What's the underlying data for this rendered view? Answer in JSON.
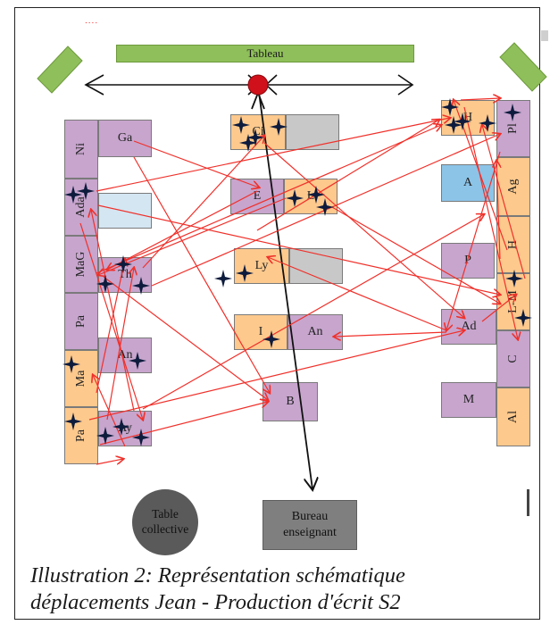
{
  "board_label": "Tableau",
  "top_dots": "....",
  "desks": [
    {
      "id": "ni",
      "label": "Ni",
      "color": "purple",
      "vertical": true
    },
    {
      "id": "ga",
      "label": "Ga",
      "color": "purple",
      "vertical": false
    },
    {
      "id": "ada",
      "label": "Ada",
      "color": "purple",
      "vertical": true
    },
    {
      "id": "ada-side",
      "label": "",
      "color": "lightblue",
      "vertical": false
    },
    {
      "id": "mag",
      "label": "MaG",
      "color": "purple",
      "vertical": true
    },
    {
      "id": "th",
      "label": "Th",
      "color": "purple",
      "vertical": false
    },
    {
      "id": "pa-top",
      "label": "Pa",
      "color": "purple",
      "vertical": true
    },
    {
      "id": "ma",
      "label": "Ma",
      "color": "orange",
      "vertical": true
    },
    {
      "id": "an-left",
      "label": "An",
      "color": "purple",
      "vertical": false
    },
    {
      "id": "pa-bottom",
      "label": "Pa",
      "color": "orange",
      "vertical": true
    },
    {
      "id": "ay",
      "label": "Ay",
      "color": "purple",
      "vertical": false
    },
    {
      "id": "ci",
      "label": "Ci",
      "color": "orange",
      "vertical": false
    },
    {
      "id": "ci-side",
      "label": "",
      "color": "grey",
      "vertical": false
    },
    {
      "id": "e",
      "label": "E",
      "color": "purple",
      "vertical": false
    },
    {
      "id": "l",
      "label": "L",
      "color": "orange",
      "vertical": false
    },
    {
      "id": "ly",
      "label": "Ly",
      "color": "orange",
      "vertical": false
    },
    {
      "id": "ly-side",
      "label": "",
      "color": "grey",
      "vertical": false
    },
    {
      "id": "i",
      "label": "I",
      "color": "orange",
      "vertical": false
    },
    {
      "id": "an-center",
      "label": "An",
      "color": "purple",
      "vertical": false
    },
    {
      "id": "b",
      "label": "B",
      "color": "purple",
      "vertical": false
    },
    {
      "id": "h-top",
      "label": "H",
      "color": "orange",
      "vertical": false
    },
    {
      "id": "pi",
      "label": "Pl",
      "color": "purple",
      "vertical": true
    },
    {
      "id": "a",
      "label": "A",
      "color": "blue",
      "vertical": false
    },
    {
      "id": "ag",
      "label": "Ag",
      "color": "orange",
      "vertical": true
    },
    {
      "id": "h-right",
      "label": "H",
      "color": "orange",
      "vertical": true
    },
    {
      "id": "p",
      "label": "P",
      "color": "purple",
      "vertical": false
    },
    {
      "id": "lm",
      "label": "L-M",
      "color": "orange",
      "vertical": true
    },
    {
      "id": "ad",
      "label": "Ad",
      "color": "purple",
      "vertical": false
    },
    {
      "id": "c",
      "label": "C",
      "color": "purple",
      "vertical": true
    },
    {
      "id": "m",
      "label": "M",
      "color": "purple",
      "vertical": false
    },
    {
      "id": "al",
      "label": "Al",
      "color": "orange",
      "vertical": true
    }
  ],
  "collective_table": {
    "line1": "Table",
    "line2": "collective"
  },
  "teacher_desk": {
    "line1": "Bureau",
    "line2": "enseignant"
  },
  "caption": {
    "line1": "Illustration 2: Représentation schématique",
    "line2": "déplacements Jean - Production d'écrit S2"
  },
  "colors": {
    "path": "#f0302a",
    "board": "#8fbf5a",
    "purple_desk": "#c7a5cd",
    "orange_desk": "#fdc98d",
    "blue_desk": "#8cc4e8",
    "grey_desk": "#c8c8c8",
    "teacher_path": "#111111",
    "origin_dot": "#d0101a",
    "star": "#0d1b3d"
  }
}
